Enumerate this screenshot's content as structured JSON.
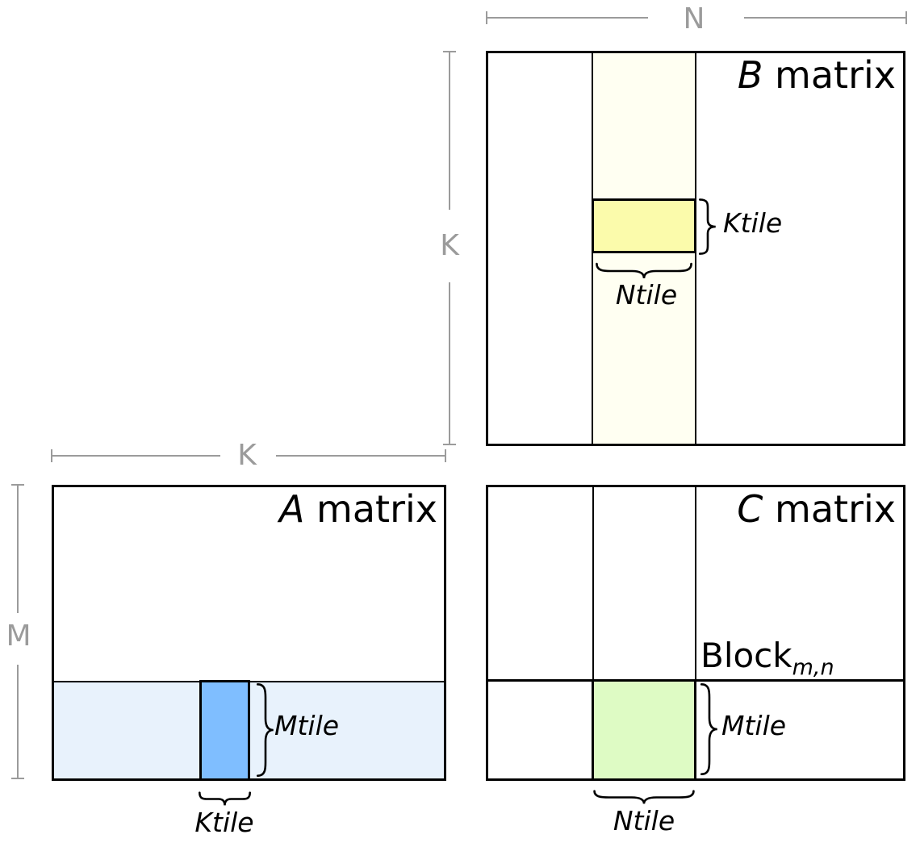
{
  "dimension_labels": {
    "n": "N",
    "k_vertical": "K",
    "k_horizontal": "K",
    "m": "M"
  },
  "matrices": {
    "b": {
      "letter": "B",
      "suffix": " matrix",
      "ktile_label": "Ktile",
      "ntile_label": "Ntile"
    },
    "a": {
      "letter": "A",
      "suffix": " matrix",
      "mtile_label": "Mtile",
      "ktile_label": "Ktile"
    },
    "c": {
      "letter": "C",
      "suffix": " matrix",
      "block_label": "Block",
      "block_subscript": "m,n",
      "mtile_label": "Mtile",
      "ntile_label": "Ntile"
    }
  },
  "colors": {
    "b_column_strip": "#FFFFF2",
    "b_ktile_tile": "#FBFBAB",
    "a_row_strip": "#E8F2FC",
    "a_ktile_tile": "#7FBEFF",
    "c_block_tile": "#DEFBC4",
    "dimension_gray": "#9b9b9b",
    "border_black": "#000000"
  }
}
